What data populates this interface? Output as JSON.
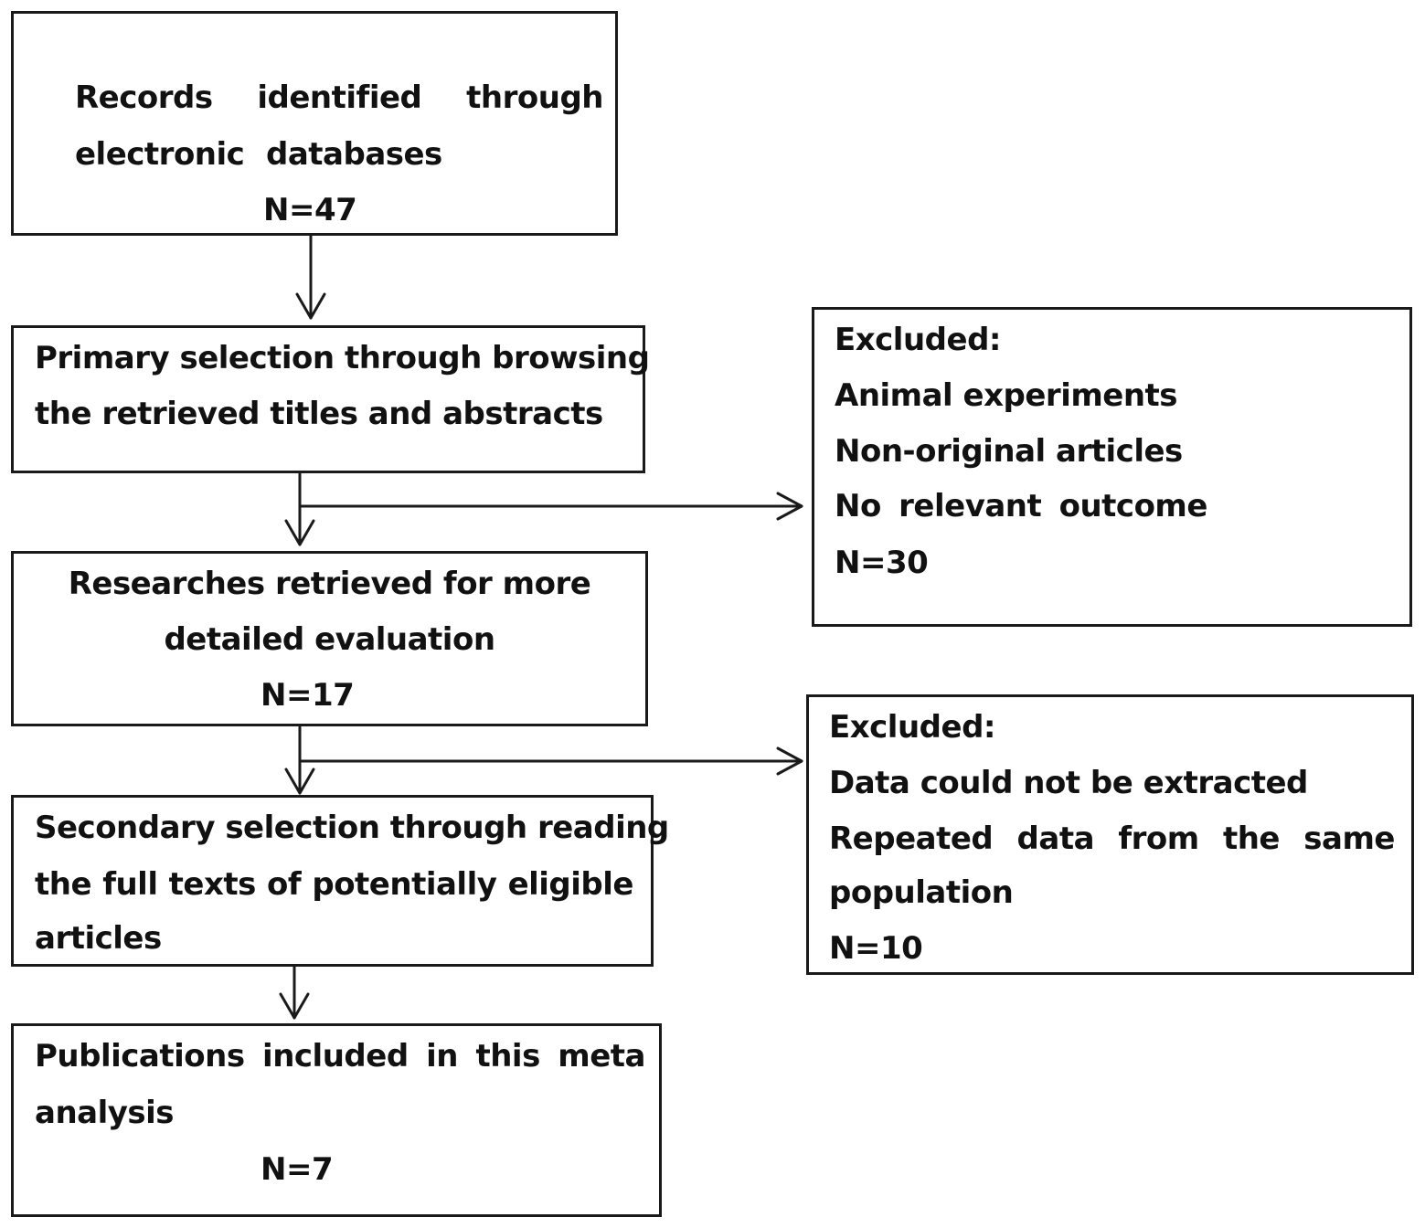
{
  "box1": {
    "line1": [
      "Records",
      "identified",
      "through"
    ],
    "line2": [
      "electronic",
      "databases"
    ],
    "count": "N=47"
  },
  "box2": {
    "line1": "Primary selection through browsing",
    "line2": "the retrieved titles and abstracts"
  },
  "excluded1": {
    "heading": "Excluded:",
    "items": [
      "Animal experiments",
      "Non-original articles",
      "No relevant outcome"
    ],
    "count": "N=30"
  },
  "box3": {
    "line1": "Researches retrieved for more",
    "line2": "detailed evaluation",
    "count": "N=17"
  },
  "excluded2": {
    "heading": "Excluded:",
    "item1": "Data could not be extracted",
    "item2_words": [
      "Repeated",
      "data",
      "from",
      "the",
      "same"
    ],
    "item2_cont": "population",
    "count": "N=10"
  },
  "box4": {
    "line1": "Secondary selection through reading",
    "line2_words": [
      "the",
      "full",
      "texts",
      "of",
      "potentially",
      "eligible"
    ],
    "line3": "articles"
  },
  "box5": {
    "line1_words": [
      "Publications",
      "included",
      "in",
      "this",
      "meta"
    ],
    "line2": "analysis",
    "count": "N=7"
  }
}
